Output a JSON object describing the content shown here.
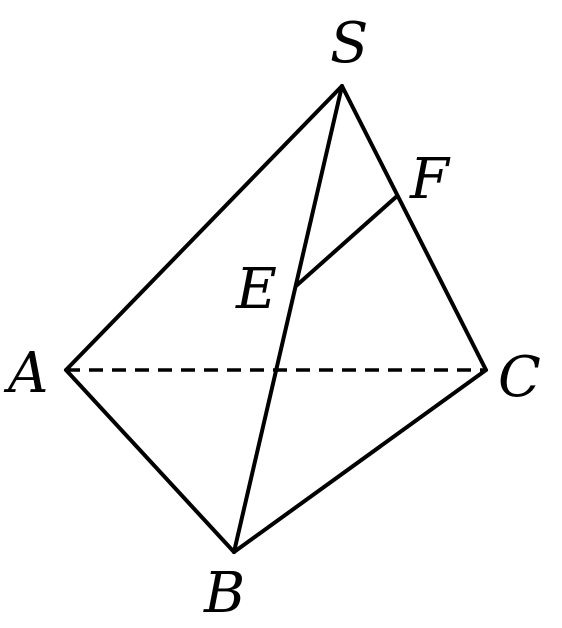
{
  "diagram": {
    "type": "tetrahedron",
    "vertices": {
      "S": "S",
      "A": "A",
      "B": "B",
      "C": "C",
      "E": "E",
      "F": "F"
    },
    "edges_solid": [
      "SA",
      "SB",
      "SC",
      "AB",
      "BC",
      "EF"
    ],
    "edges_dashed": [
      "AC"
    ],
    "stroke_color": "#000000"
  }
}
